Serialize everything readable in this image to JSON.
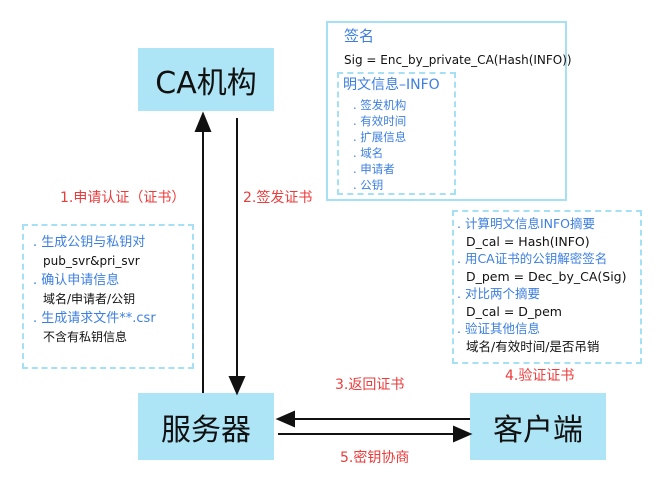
{
  "nodes": {
    "ca": "CA机构",
    "server": "服务器",
    "client": "客户端"
  },
  "steps": {
    "s1": "1.申请认证（证书）",
    "s2": "2.签发证书",
    "s3": "3.返回证书",
    "s4": "4.验证证书",
    "s5": "5.密钥协商"
  },
  "signature": {
    "title": "签名",
    "formula": "Sig = Enc_by_private_CA(Hash(INFO))",
    "info_title": "明文信息–INFO",
    "info_items": [
      ". 签发机构",
      ". 有效时间",
      ". 扩展信息",
      ". 域名",
      ". 申请者",
      ". 公钥"
    ]
  },
  "server_note": [
    {
      "head": ". 生成公钥与私钥对",
      "body": "pub_svr&pri_svr"
    },
    {
      "head": ". 确认申请信息",
      "body": "域名/申请者/公钥"
    },
    {
      "head": ". 生成请求文件**.csr",
      "body": "不含有私钥信息"
    }
  ],
  "client_note": [
    {
      "head": ". 计算明文信息INFO摘要",
      "body": "D_cal = Hash(INFO)"
    },
    {
      "head": ". 用CA证书的公钥解密签名",
      "body": "D_pem = Dec_by_CA(Sig)"
    },
    {
      "head": ". 对比两个摘要",
      "body": "D_cal = D_pem"
    },
    {
      "head": ". 验证其他信息",
      "body": "域名/有效时间/是否吊销"
    }
  ],
  "colors": {
    "box": "#aee5f6",
    "step": "#ec3b3b",
    "heading": "#3d7fe0"
  }
}
